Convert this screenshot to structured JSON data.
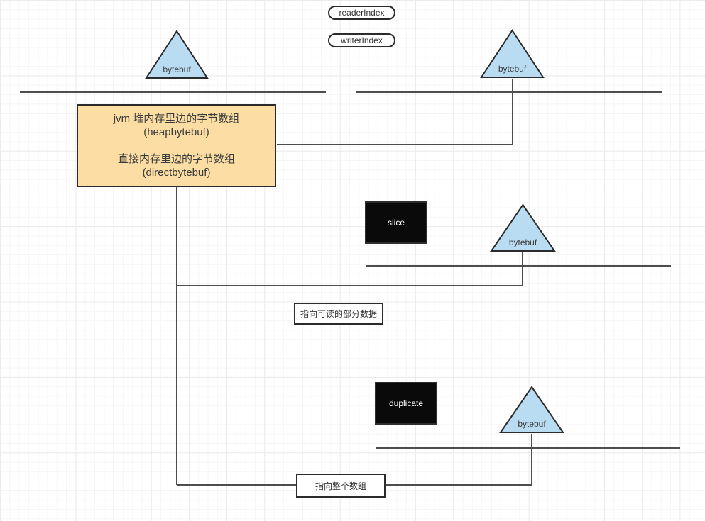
{
  "diagram": {
    "legend": {
      "reader_index_label": "readerIndex",
      "writer_index_label": "writerIndex"
    },
    "triangles": {
      "top_left_label": "bytebuf",
      "top_right_label": "bytebuf",
      "slice_label": "bytebuf",
      "duplicate_label": "bytebuf"
    },
    "memory_box": {
      "lines": [
        "jvm 堆内存里边的字节数组",
        "(heapbytebuf)",
        "",
        "直接内存里边的字节数组",
        "(directbytebuf)"
      ]
    },
    "nodes": {
      "slice_label": "slice",
      "duplicate_label": "duplicate"
    },
    "notes": {
      "slice_note": "指向可读的部分数据",
      "duplicate_note": "指向整个数组"
    },
    "colors": {
      "triangle_fill": "#b9dcf3",
      "shape_border": "#2b2b2b",
      "memory_box_fill": "#fcdda3",
      "black_node_fill": "#0a0a0a",
      "black_node_text": "#ffffff",
      "connector_line": "#4d4d4d",
      "canvas_background": "#ffffff"
    }
  }
}
